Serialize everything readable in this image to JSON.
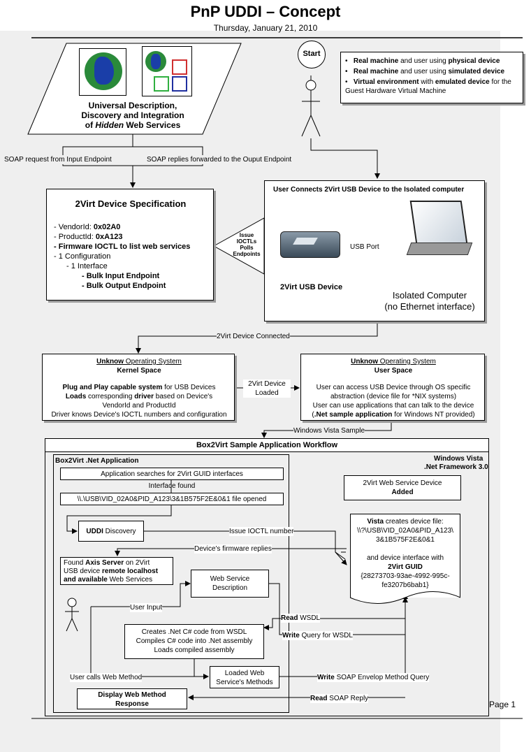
{
  "header": {
    "title": "PnP UDDI – Concept",
    "date": "Thursday, January 21, 2010",
    "page": "Page 1"
  },
  "uddi": {
    "line1": "Universal Description,",
    "line2": "Discovery and Integration",
    "line3_pre": "of ",
    "line3_italic": "Hidden",
    "line3_post": " Web Services"
  },
  "start_label": "Start",
  "environments": [
    {
      "b1": "Real machine",
      "t1": " and user using ",
      "b2": "physical device",
      "t2": ""
    },
    {
      "b1": "Real machine",
      "t1": " and user using ",
      "b2": "simulated device",
      "t2": ""
    },
    {
      "b1": "Virtual environment",
      "t1": " with ",
      "b2": "emulated device",
      "t2": " for the Guest Hardware Virtual Machine"
    }
  ],
  "soap": {
    "request": "SOAP request from Input Endpoint",
    "replies": "SOAP replies forwarded to the Ouput Endpoint"
  },
  "spec": {
    "title": "2Virt Device Specification",
    "vendor_label": "- VendorId:  ",
    "vendor_value": "0x02A0",
    "product_label": "- ProductId: ",
    "product_value": "0xA123",
    "firmware": "- Firmware IOCTL to list web services",
    "config": "- 1 Configuration",
    "interface": "- 1 Interface",
    "bulk_in": "- Bulk Input Endpoint",
    "bulk_out": "- Bulk Output Endpoint"
  },
  "issue_ioctl": [
    "Issue",
    "IOCTLs",
    "Polls",
    "Endpoints"
  ],
  "connect": {
    "title": "User Connects 2Virt USB Device to the Isolated computer",
    "usb_port": "USB Port",
    "usb_device": "2Virt USB Device",
    "computer1": "Isolated Computer",
    "computer2": "(no Ethernet interface)"
  },
  "device_connected": "2Virt Device Connected",
  "kernel": {
    "head_u": "Unknow",
    "head_rest": " Operating System",
    "sub": "Kernel Space",
    "l1_b": "Plug and Play capable system",
    "l1_rest": " for USB Devices",
    "l2_b": "Loads",
    "l2_pre": "",
    "l2_mid": " corresponding ",
    "l2_b2": "driver",
    "l2_rest": " based on Device's",
    "l3": "VendorId and ProductId",
    "l4": "Driver knows Device's IOCTL numbers and configuration"
  },
  "loaded": [
    "2Virt Device",
    "Loaded"
  ],
  "user_space": {
    "head_u": "Unknow",
    "head_rest": " Operating System",
    "sub": "User Space",
    "l1": "User can access USB Device through OS specific",
    "l2": "abstraction (device file for *NIX systems)",
    "l3": "User can use applications that can talk to the device",
    "l4_pre": "(",
    "l4_b": ".Net sample application",
    "l4_rest": " for Windows NT provided)"
  },
  "vista_sample": "Windows Vista Sample",
  "workflow": {
    "title": "Box2Virt Sample Application Workflow",
    "app_title": "Box2Virt .Net Application",
    "os1": "Windows Vista",
    "os2": ".Net Framework 3.0",
    "search": "Application searches for 2Virt GUID interfaces",
    "found": "Interface found",
    "file_opened": "\\\\.\\USB\\VID_02A0&PID_A123\\3&1B575F2E&0&1 file opened",
    "uddi_b": "UDDI",
    "uddi_rest": " Discovery",
    "issue_ioctl_number": "Issue IOCTL number",
    "fw_replies": "Device's firmware replies",
    "axis1_pre": "Found ",
    "axis1_b": "Axis Server",
    "axis1_rest": " on 2Virt",
    "axis2_pre": "USB device ",
    "axis2_b": "remote localhost",
    "axis3_b": "and available",
    "axis3_rest": " Web Services",
    "ws_desc1": "Web Service",
    "ws_desc2": "Description",
    "user_input": "User Input",
    "read_b": "Read",
    "read_rest": " WSDL",
    "write_b": "Write",
    "write_rest": " Query for WSDL",
    "create1": "Creates .Net C# code from WSDL",
    "create2": "Compiles C# code into .Net assembly",
    "create3": "Loads compiled assembly",
    "user_calls": "User calls Web Method",
    "loaded1": "Loaded Web",
    "loaded2": "Service's Methods",
    "write_soap_b": "Write",
    "write_soap_rest": " SOAP Envelop Method Query",
    "display1": "Display Web Method",
    "display2": "Response",
    "read_reply_b": "Read",
    "read_reply_rest": " SOAP Reply",
    "ws_dev1": "2Virt Web Service Device",
    "ws_dev2": "Added",
    "vista_b": "Vista",
    "vista_rest": " creates device file:",
    "vista_path1": "\\\\?\\USB\\VID_02A0&PID_A123\\",
    "vista_path2": "3&1B575F2E&0&1",
    "vista_iface": "and device interface with",
    "vista_guid_label": "2Virt GUID",
    "vista_guid1": "{28273703-93ae-4992-995c-",
    "vista_guid2": "fe3207b6bab1}"
  }
}
